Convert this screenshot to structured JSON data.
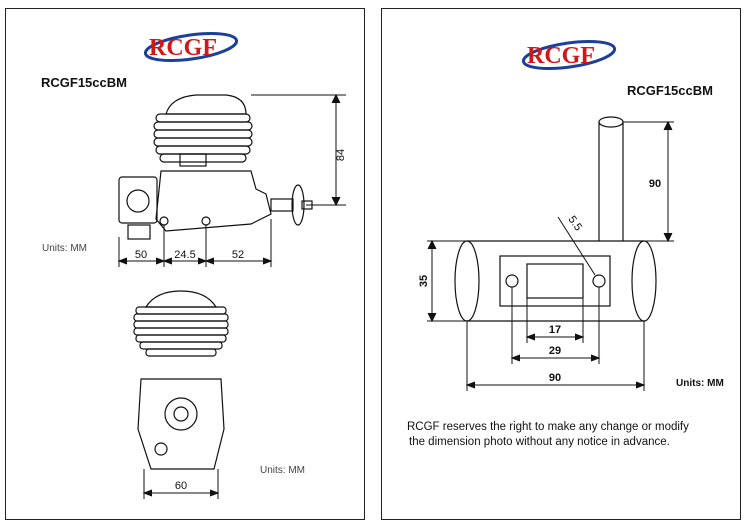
{
  "brand": {
    "logo_text": "RCGF",
    "colors": {
      "logo_red": "#d01818",
      "logo_blue": "#1b3f9a",
      "line": "#111111"
    }
  },
  "left_panel": {
    "title": "RCGF15ccBM",
    "units_top": "Units: MM",
    "units_bottom": "Units: MM",
    "dims": {
      "height": "84",
      "d1": "50",
      "d2": "24.5",
      "d3": "52",
      "bottom": "60"
    }
  },
  "right_panel": {
    "title": "RCGF15ccBM",
    "units": "Units: MM",
    "dims": {
      "stack": "90",
      "hole": "5.5",
      "body_h": "35",
      "inner": "17",
      "mid": "29",
      "total": "90"
    },
    "note_line1": "RCGF reserves the right to make any change or modify",
    "note_line2": "the dimension photo without any notice in advance."
  }
}
